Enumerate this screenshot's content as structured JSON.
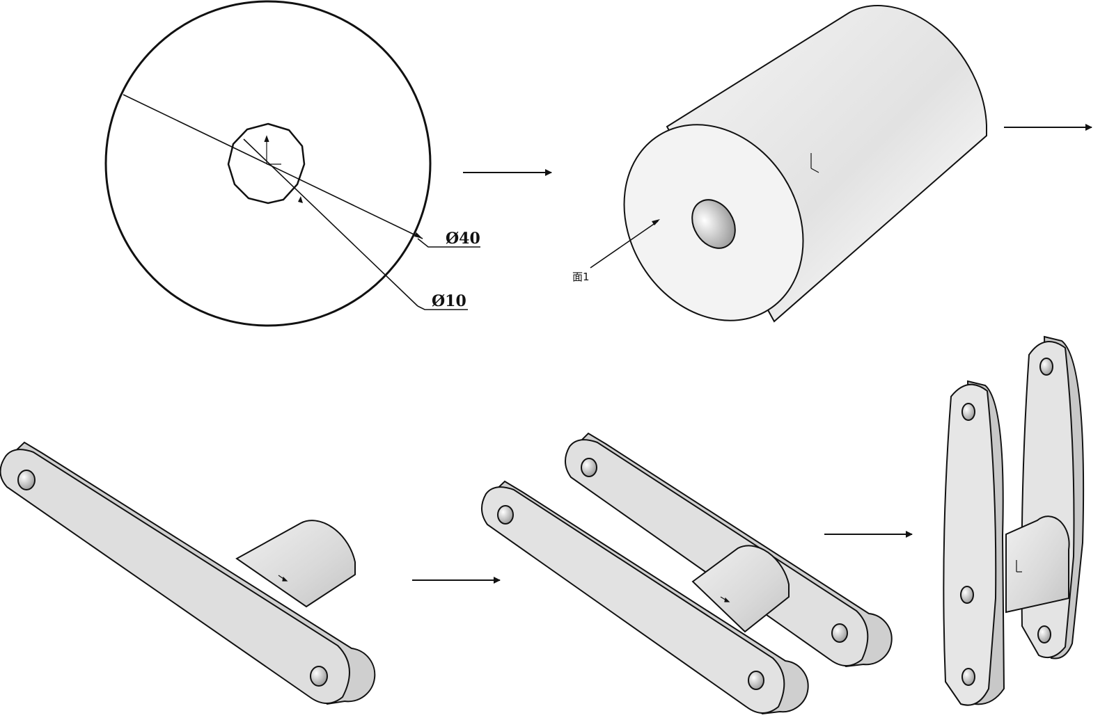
{
  "dimensions": {
    "outer_diameter": "Ø40",
    "inner_diameter": "Ø10"
  },
  "annotations": {
    "face_label": "面1"
  },
  "colors": {
    "stroke": "#111111",
    "face_light": "#f2f2f2",
    "face_mid": "#dcdcdc",
    "face_dark": "#bdbdbd",
    "background": "#ffffff"
  }
}
